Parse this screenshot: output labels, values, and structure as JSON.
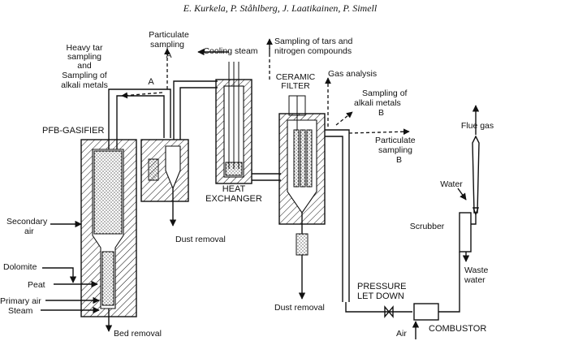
{
  "header": {
    "authors": "E. Kurkela, P. Ståhlberg, J. Laatikainen, P. Simell"
  },
  "labels": {
    "heavy_tar_1": "Heavy tar",
    "heavy_tar_2": "sampling",
    "heavy_tar_3": "and",
    "heavy_tar_4": "Sampling of",
    "heavy_tar_5": "alkali metals",
    "letter_a_left": "A",
    "particulate_a_1": "Particulate",
    "particulate_a_2": "sampling",
    "particulate_a_3": "A",
    "cooling_steam": "Cooling steam",
    "tars_n_1": "Sampling of tars and",
    "tars_n_2": "nitrogen compounds",
    "ceramic_1": "CERAMIC",
    "ceramic_2": "FILTER",
    "gas_analysis": "Gas analysis",
    "alkali_b_1": "Sampling of",
    "alkali_b_2": "alkali metals",
    "alkali_b_3": "B",
    "particulate_b_1": "Particulate",
    "particulate_b_2": "sampling",
    "particulate_b_3": "B",
    "pfb_gasifier": "PFB-GASIFIER",
    "heat_1": "HEAT",
    "heat_2": "EXCHANGER",
    "flue_gas": "Flue gas",
    "water": "Water",
    "scrubber": "Scrubber",
    "secondary_1": "Secondary",
    "secondary_2": "air",
    "dolomite": "Dolomite",
    "peat": "Peat",
    "primary_air": "Primary air",
    "steam": "Steam",
    "dust_removal_1": "Dust removal",
    "dust_removal_2": "Dust removal",
    "bed_removal": "Bed removal",
    "pressure_1": "PRESSURE",
    "pressure_2": "LET DOWN",
    "waste_1": "Waste",
    "waste_2": "water",
    "air": "Air",
    "combustor": "COMBUSTOR"
  }
}
